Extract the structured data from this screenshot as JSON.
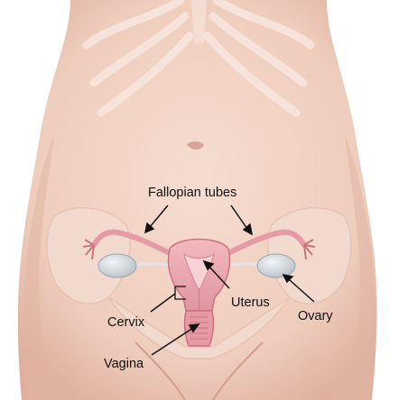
{
  "labels": {
    "fallopian_tubes": "Fallopian tubes",
    "uterus": "Uterus",
    "ovary": "Ovary",
    "cervix": "Cervix",
    "vagina": "Vagina"
  },
  "colors": {
    "skin": "#f1d3c5",
    "skin_shadow": "#e2b7a6",
    "bone": "#f7e6dc",
    "organ": "#e9a2ab",
    "organ_dark": "#c9737f",
    "ovary": "#d7dde2",
    "line": "#111111"
  }
}
